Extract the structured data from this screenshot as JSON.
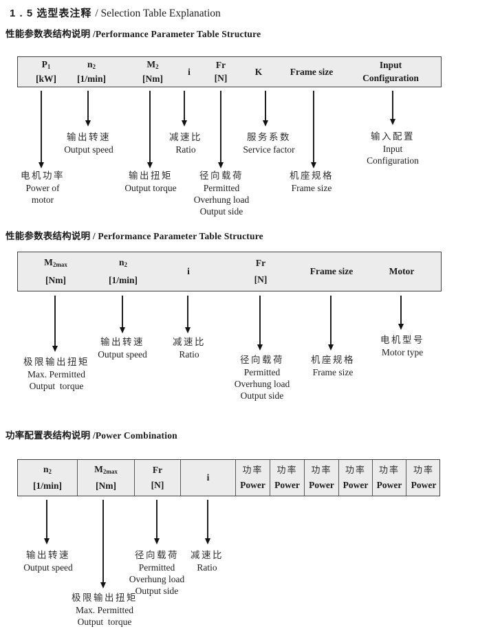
{
  "page_title": {
    "zh": "1 . 5 选型表注释",
    "en": "/  Selection Table Explanation"
  },
  "colors": {
    "table_bg": "#ececec",
    "table_border": "#3f3f3f",
    "text": "#1b1b1b"
  },
  "sections": [
    {
      "heading": "性能参数表结构说明 /Performance Parameter Table Structure",
      "columns": [
        {
          "top": "P",
          "sub": "1",
          "bottom": "[kW]"
        },
        {
          "top": "n",
          "sub": "2",
          "bottom": "[1/min]"
        },
        {
          "top": "M",
          "sub": "2",
          "bottom": "[Nm]"
        },
        {
          "top": "i"
        },
        {
          "top": "Fr",
          "bottom": "[N]"
        },
        {
          "top": "K"
        },
        {
          "top": "Frame size"
        },
        {
          "top": "Input",
          "bottom": "Configuration"
        }
      ],
      "callouts": [
        {
          "target": "P1",
          "lines": [
            "电机功率",
            "Power of",
            "motor"
          ]
        },
        {
          "target": "n2",
          "lines": [
            "输出转速",
            "Output speed"
          ]
        },
        {
          "target": "M2",
          "lines": [
            "输出扭矩",
            "Output torque"
          ]
        },
        {
          "target": "i",
          "lines": [
            "减速比",
            "Ratio"
          ]
        },
        {
          "target": "Fr",
          "lines": [
            "径向载荷",
            "Permitted",
            "Overhung load",
            "Output side"
          ]
        },
        {
          "target": "K",
          "lines": [
            "服务系数",
            "Service factor"
          ]
        },
        {
          "target": "Frame-size",
          "lines": [
            "机座规格",
            "Frame size"
          ]
        },
        {
          "target": "Input-Configuration",
          "lines": [
            "输入配置",
            "Input",
            "Configuration"
          ]
        }
      ]
    },
    {
      "heading": "性能参数表结构说明 / Performance Parameter Table Structure",
      "columns": [
        {
          "top": "M",
          "sub": "2max",
          "bottom": "[Nm]"
        },
        {
          "top": "n",
          "sub": "2",
          "bottom": "[1/min]"
        },
        {
          "top": "i"
        },
        {
          "top": "Fr",
          "bottom": "[N]"
        },
        {
          "top": "Frame size"
        },
        {
          "top": "Motor"
        }
      ],
      "callouts": [
        {
          "target": "M2max",
          "lines": [
            "极限输出扭矩",
            "Max. Permitted",
            "Output  torque"
          ]
        },
        {
          "target": "n2",
          "lines": [
            "输出转速",
            "Output speed"
          ]
        },
        {
          "target": "i",
          "lines": [
            "减速比",
            "Ratio"
          ]
        },
        {
          "target": "Fr",
          "lines": [
            "径向载荷",
            "Permitted",
            "Overhung load",
            "Output side"
          ]
        },
        {
          "target": "Frame-size",
          "lines": [
            "机座规格",
            "Frame size"
          ]
        },
        {
          "target": "Motor",
          "lines": [
            "电机型号",
            "Motor type"
          ]
        }
      ]
    },
    {
      "heading": "功率配置表结构说明 /Power Combination",
      "columns": [
        {
          "top": "n",
          "sub": "2",
          "bottom": "[1/min]"
        },
        {
          "top": "M",
          "sub": "2max",
          "bottom": "[Nm]"
        },
        {
          "top": "Fr",
          "bottom": "[N]"
        },
        {
          "top": "i"
        },
        {
          "top": "功率",
          "bottom": "Power"
        },
        {
          "top": "功率",
          "bottom": "Power"
        },
        {
          "top": "功率",
          "bottom": "Power"
        },
        {
          "top": "功率",
          "bottom": "Power"
        },
        {
          "top": "功率",
          "bottom": "Power"
        },
        {
          "top": "功率",
          "bottom": "Power"
        }
      ],
      "callouts": [
        {
          "target": "n2",
          "lines": [
            "输出转速",
            "Output speed"
          ]
        },
        {
          "target": "M2max",
          "lines": [
            "极限输出扭矩",
            "Max. Permitted",
            "Output  torque"
          ]
        },
        {
          "target": "Fr",
          "lines": [
            "径向载荷",
            "Permitted",
            "Overhung load",
            "Output side"
          ]
        },
        {
          "target": "i",
          "lines": [
            "减速比",
            "Ratio"
          ]
        }
      ]
    }
  ]
}
